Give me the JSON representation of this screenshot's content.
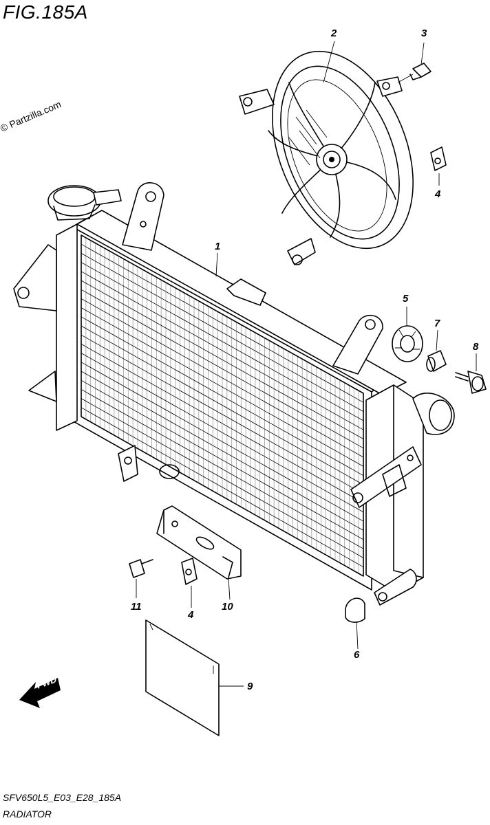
{
  "header": {
    "fig_title": "FIG.185A",
    "copyright": "© Partzilla.com"
  },
  "callouts": {
    "c1": "1",
    "c2": "2",
    "c3": "3",
    "c4a": "4",
    "c4b": "4",
    "c5": "5",
    "c6": "6",
    "c7": "7",
    "c8": "8",
    "c9": "9",
    "c10": "10",
    "c11": "11"
  },
  "fwd_label": "FWD",
  "footer": {
    "code": "SFV650L5_E03_E28_185A",
    "name": "RADIATOR"
  }
}
